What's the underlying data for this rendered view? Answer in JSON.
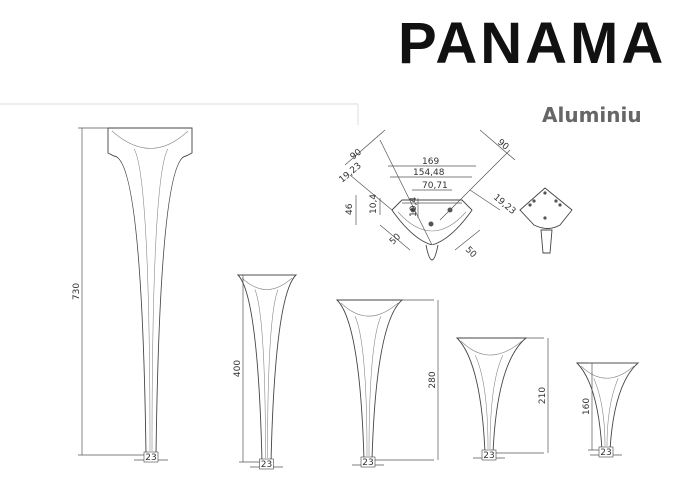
{
  "header": {
    "title": "PANAMA",
    "material": "Aluminiu"
  },
  "top_view": {
    "dims": [
      "90",
      "90",
      "19,23",
      "19,23",
      "169",
      "154,48",
      "70,71",
      "10,4",
      "10,4",
      "46",
      "50",
      "50"
    ]
  },
  "legs": [
    {
      "height": "730",
      "width": "23"
    },
    {
      "height": "400",
      "width": "23"
    },
    {
      "height": "280",
      "width": "23"
    },
    {
      "height": "210",
      "width": "23"
    },
    {
      "height": "160",
      "width": "23"
    }
  ]
}
